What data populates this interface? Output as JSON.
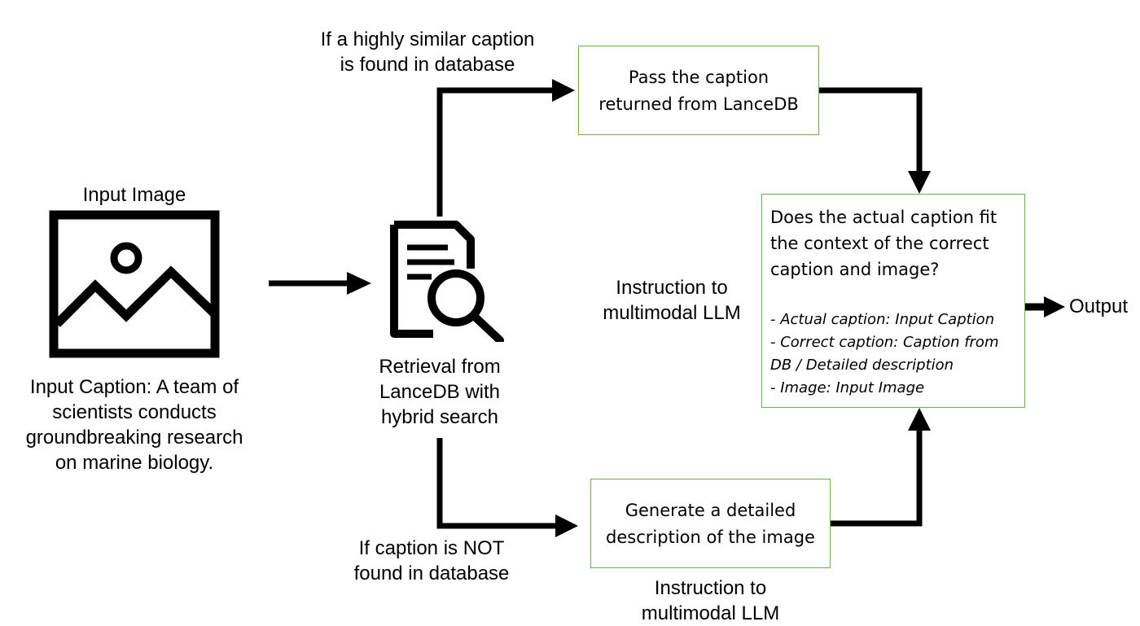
{
  "input": {
    "image_title": "Input Image",
    "image_icon": "image-icon",
    "caption_lines": [
      "Input Caption: A team of",
      "scientists conducts",
      "groundbreaking research",
      "on marine biology."
    ]
  },
  "retrieval": {
    "icon": "document-search-icon",
    "lines": [
      "Retrieval from",
      "LanceDB with",
      "hybrid search"
    ]
  },
  "branch_found": {
    "condition_lines": [
      "If a highly similar caption",
      "is found in database"
    ],
    "box_lines": [
      "Pass the caption",
      "returned from LanceDB"
    ]
  },
  "branch_not_found": {
    "condition_lines": [
      "If caption is NOT",
      "found in database"
    ],
    "box_lines": [
      "Generate a detailed",
      "description of the image"
    ],
    "instruction_lines": [
      "Instruction to",
      "multimodal LLM"
    ]
  },
  "judge": {
    "instruction_lines": [
      "Instruction to",
      "multimodal LLM"
    ],
    "question_lines": [
      "Does the actual caption fit",
      "the context of the correct",
      "caption and image?"
    ],
    "items": [
      "- Actual caption: Input Caption",
      "- Correct caption: Caption from",
      "DB / Detailed description",
      "- Image: Input Image"
    ]
  },
  "output": {
    "label": "Output"
  },
  "colors": {
    "box_border": "#70ad47",
    "arrow": "#000000"
  }
}
